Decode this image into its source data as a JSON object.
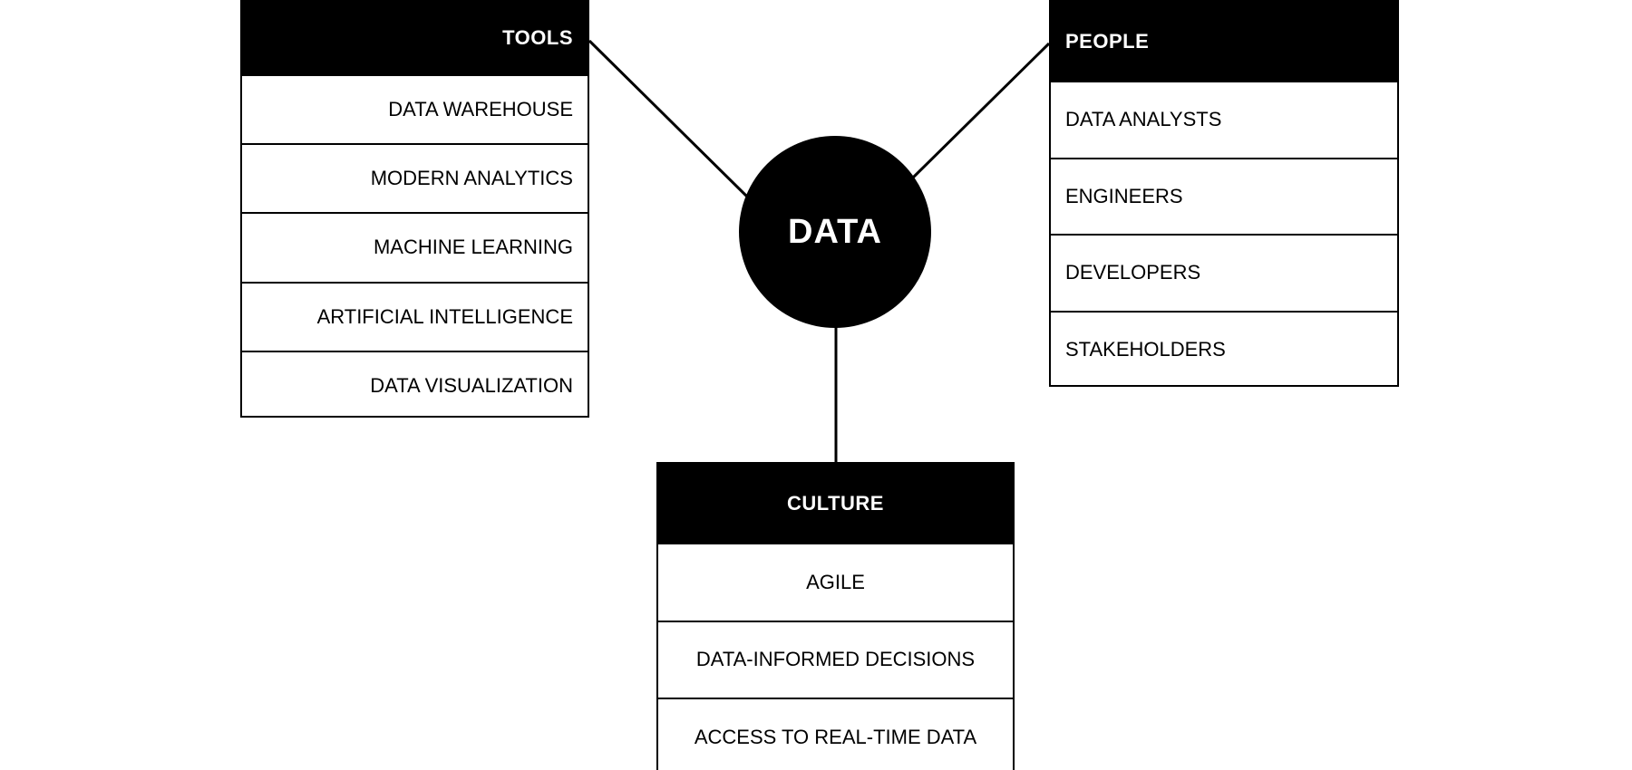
{
  "hub": {
    "label": "DATA"
  },
  "tools": {
    "title": "TOOLS",
    "items": [
      "DATA WAREHOUSE",
      "MODERN ANALYTICS",
      "MACHINE LEARNING",
      "ARTIFICIAL INTELLIGENCE",
      "DATA VISUALIZATION"
    ]
  },
  "people": {
    "title": "PEOPLE",
    "items": [
      "DATA ANALYSTS",
      "ENGINEERS",
      "DEVELOPERS",
      "STAKEHOLDERS"
    ]
  },
  "culture": {
    "title": "CULTURE",
    "items": [
      "AGILE",
      "DATA-INFORMED DECISIONS",
      "ACCESS TO REAL-TIME DATA"
    ]
  },
  "colors": {
    "fill": "#000000",
    "text_on_fill": "#ffffff",
    "background": "#ffffff"
  }
}
